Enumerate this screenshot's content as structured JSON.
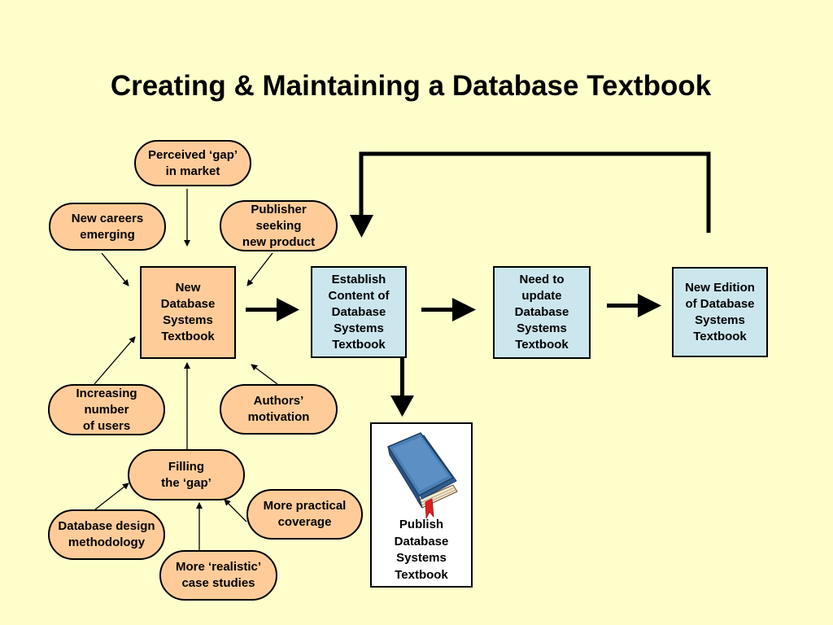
{
  "title": "Creating & Maintaining a Database Textbook",
  "colors": {
    "background": "#FFFFCC",
    "oval_fill": "#FFCC99",
    "process_fill": "#CCE6EE",
    "source_fill": "#FFCC99",
    "book_cover": "#4A7FB5",
    "bookmark": "#E02020"
  },
  "nodes": {
    "perceived_gap": "Perceived ‘gap’\nin market",
    "new_careers": "New careers\nemerging",
    "publisher_seeking": "Publisher\nseeking\nnew product",
    "new_textbook": "New\nDatabase\nSystems\nTextbook",
    "establish_content": "Establish\nContent of\nDatabase\nSystems\nTextbook",
    "need_update": "Need to\nupdate\nDatabase\nSystems\nTextbook",
    "new_edition": "New Edition\nof  Database\nSystems\nTextbook",
    "increasing_users": "Increasing\nnumber\nof users",
    "authors_motivation": "Authors’\nmotivation",
    "filling_gap": "Filling\nthe ‘gap’",
    "design_methodology": "Database design\nmethodology",
    "practical_coverage": "More practical\ncoverage",
    "case_studies": "More ‘realistic’\ncase studies",
    "publish": "Publish\nDatabase\nSystems\nTextbook"
  },
  "icons": {
    "book": "book-icon"
  }
}
